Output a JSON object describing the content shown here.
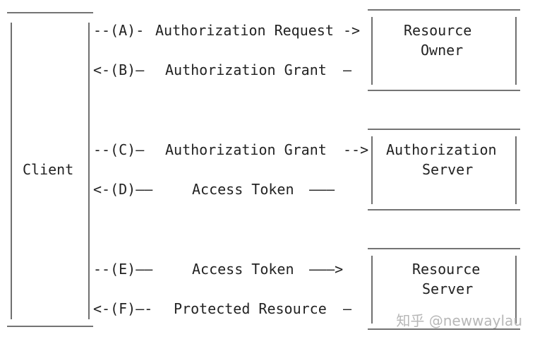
{
  "client": {
    "label": "Client"
  },
  "resource_owner": {
    "line1": "Resource",
    "line2": "Owner"
  },
  "authorization_server": {
    "line1": "Authorization",
    "line2": "Server"
  },
  "resource_server": {
    "line1": "Resource",
    "line2": "Server"
  },
  "flows": {
    "A": {
      "prefix": "--(A)-",
      "text": "Authorization Request",
      "suffix": "->"
    },
    "B": {
      "prefix": "<-(B)—",
      "text": "Authorization Grant",
      "suffix": "—"
    },
    "C": {
      "prefix": "--(C)—",
      "text": "Authorization Grant",
      "suffix": "-->"
    },
    "D": {
      "prefix": "<-(D)——",
      "text": "Access Token",
      "suffix": "———"
    },
    "E": {
      "prefix": "--(E)——",
      "text": "Access Token",
      "suffix": "———>"
    },
    "F": {
      "prefix": "<-(F)—-",
      "text": "Protected Resource",
      "suffix": "—"
    }
  },
  "watermark": {
    "text": "知乎 @newwaylau"
  }
}
